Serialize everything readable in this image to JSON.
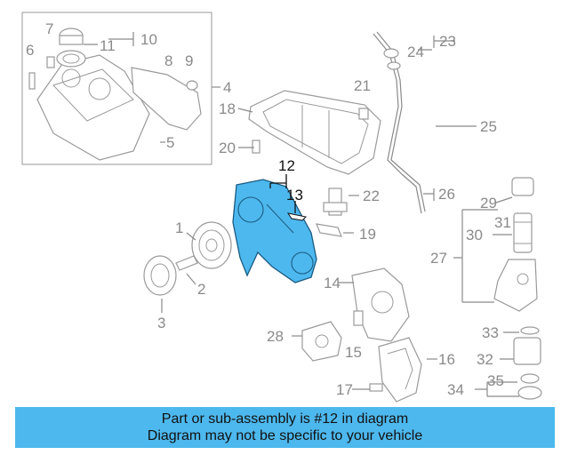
{
  "diagram": {
    "highlight_color": "#4db8ee",
    "callouts": [
      {
        "id": "1",
        "label": "1"
      },
      {
        "id": "2",
        "label": "2"
      },
      {
        "id": "3",
        "label": "3"
      },
      {
        "id": "4",
        "label": "4"
      },
      {
        "id": "5",
        "label": "5"
      },
      {
        "id": "6",
        "label": "6"
      },
      {
        "id": "7",
        "label": "7"
      },
      {
        "id": "8",
        "label": "8"
      },
      {
        "id": "9",
        "label": "9"
      },
      {
        "id": "10",
        "label": "10"
      },
      {
        "id": "11",
        "label": "11"
      },
      {
        "id": "12",
        "label": "12",
        "highlighted": true
      },
      {
        "id": "13",
        "label": "13",
        "highlighted": true
      },
      {
        "id": "14",
        "label": "14"
      },
      {
        "id": "15",
        "label": "15"
      },
      {
        "id": "16",
        "label": "16"
      },
      {
        "id": "17",
        "label": "17"
      },
      {
        "id": "18",
        "label": "18"
      },
      {
        "id": "19",
        "label": "19"
      },
      {
        "id": "20",
        "label": "20"
      },
      {
        "id": "21",
        "label": "21"
      },
      {
        "id": "22",
        "label": "22"
      },
      {
        "id": "23",
        "label": "23"
      },
      {
        "id": "24",
        "label": "24"
      },
      {
        "id": "25",
        "label": "25"
      },
      {
        "id": "26",
        "label": "26"
      },
      {
        "id": "27",
        "label": "27"
      },
      {
        "id": "28",
        "label": "28"
      },
      {
        "id": "29",
        "label": "29"
      },
      {
        "id": "30",
        "label": "30"
      },
      {
        "id": "31",
        "label": "31"
      },
      {
        "id": "32",
        "label": "32"
      },
      {
        "id": "33",
        "label": "33"
      },
      {
        "id": "34",
        "label": "34"
      },
      {
        "id": "35",
        "label": "35"
      }
    ]
  },
  "banner": {
    "line1": "Part or sub-assembly is #12 in diagram",
    "line2": "Diagram may not be specific to your vehicle"
  }
}
